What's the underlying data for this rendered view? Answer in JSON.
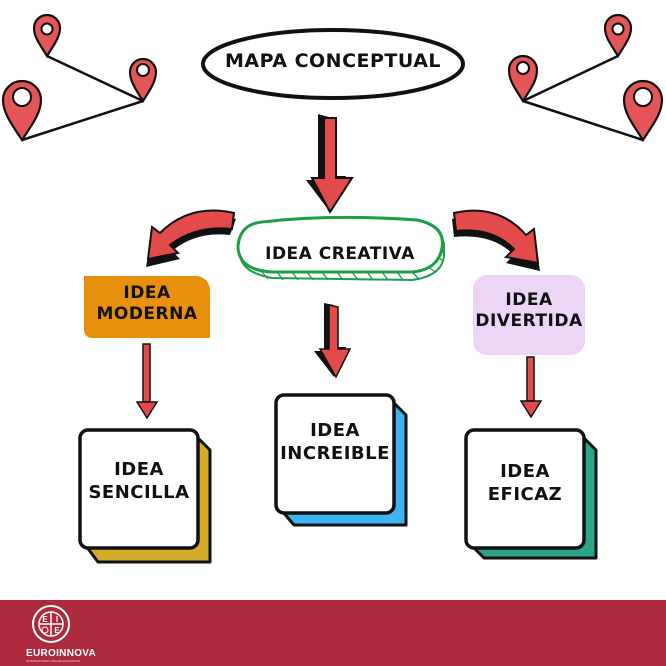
{
  "diagram": {
    "title": "MAPA CONCEPTUAL",
    "center_node": "IDEA CREATIVA",
    "branches": [
      {
        "id": "left",
        "line1": "IDEA",
        "line2": "MODERNA",
        "color": "#e8900c"
      },
      {
        "id": "right",
        "line1": "IDEA",
        "line2": "DIVERTIDA",
        "color": "#edd5f8"
      }
    ],
    "leaves": [
      {
        "id": "left",
        "line1": "IDEA",
        "line2": "SENCILLA",
        "shadow_color": "#d4ac2a"
      },
      {
        "id": "center",
        "line1": "IDEA",
        "line2": "INCREIBLE",
        "shadow_color": "#3eb3ef"
      },
      {
        "id": "right",
        "line1": "IDEA",
        "line2": "EFICAZ",
        "shadow_color": "#2aa58c"
      }
    ],
    "colors": {
      "arrow_red": "#e34a4a",
      "pin_red": "#e35556",
      "center_outline": "#1f9e4a",
      "outline": "#111111"
    },
    "icons": [
      "map-route-pins-left",
      "map-route-pins-right"
    ]
  },
  "footer": {
    "brand": "EUROINNOVA",
    "tagline": "INTERNATIONAL ONLINE EDUCATION",
    "background": "#ad2a3c",
    "logo_letters": [
      "E",
      "I",
      "E"
    ]
  }
}
